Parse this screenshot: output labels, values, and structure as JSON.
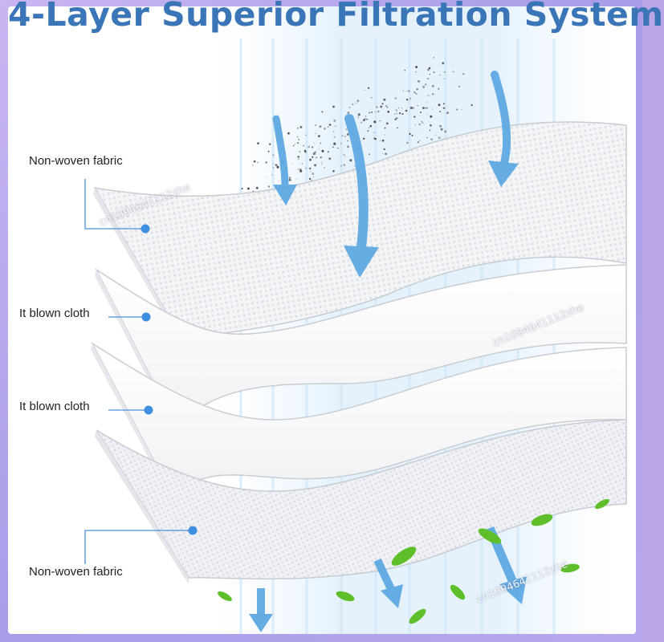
{
  "title": "4-Layer Superior Filtration System",
  "layers": [
    {
      "label": "Non-woven fabric"
    },
    {
      "label": "It blown cloth"
    },
    {
      "label": "It blown cloth"
    },
    {
      "label": "Non-woven fabric"
    }
  ],
  "watermark": "cn1094641112zhe",
  "colors": {
    "title": "#3a75b8",
    "arrow": "#5aa7e2",
    "leader": "#4a90d9",
    "frame": "#b8a6e6",
    "leaf": "#5fbf2a"
  }
}
